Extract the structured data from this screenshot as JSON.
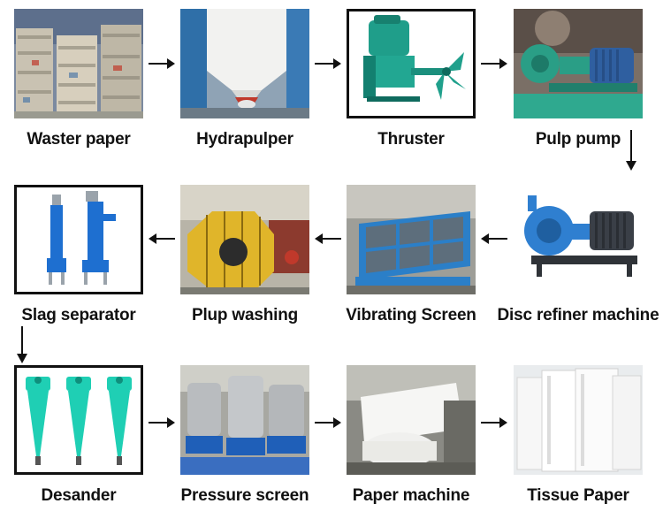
{
  "steps": [
    {
      "id": "waste-paper",
      "label": "Waster paper"
    },
    {
      "id": "hydrapulper",
      "label": "Hydrapulper"
    },
    {
      "id": "thruster",
      "label": "Thruster"
    },
    {
      "id": "pulp-pump",
      "label": "Pulp pump"
    },
    {
      "id": "disc-refiner",
      "label": "Disc refiner machine"
    },
    {
      "id": "vibrating-screen",
      "label": "Vibrating Screen"
    },
    {
      "id": "plup-washing",
      "label": "Plup washing"
    },
    {
      "id": "slag-separator",
      "label": "Slag separator"
    },
    {
      "id": "desander",
      "label": "Desander"
    },
    {
      "id": "pressure-screen",
      "label": "Pressure screen"
    },
    {
      "id": "paper-machine",
      "label": "Paper machine"
    },
    {
      "id": "tissue-paper",
      "label": "Tissue Paper"
    }
  ]
}
